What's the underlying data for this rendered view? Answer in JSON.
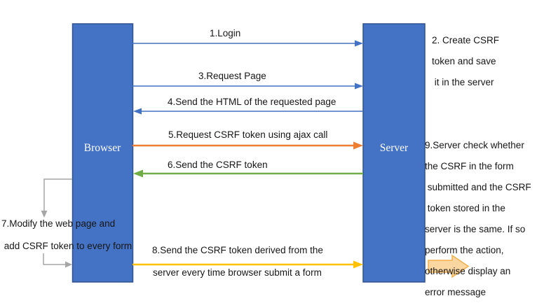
{
  "actors": {
    "browser": {
      "label": "Browser"
    },
    "server": {
      "label": "Server"
    }
  },
  "messages": {
    "m1": {
      "label": "1.Login"
    },
    "m3": {
      "label": "3.Request Page"
    },
    "m4": {
      "label": "4.Send the HTML of the requested page"
    },
    "m5": {
      "label": "5.Request CSRF token using ajax call"
    },
    "m6": {
      "label": "6.Send the CSRF token"
    },
    "m8_line1": {
      "label": "8.Send the CSRF token derived from the"
    },
    "m8_line2": {
      "label": "server every time browser submit a form"
    }
  },
  "notes": {
    "note2": {
      "line1": "2. Create CSRF",
      "line2": "token and save",
      "line3": " it in the server"
    },
    "note7": {
      "line1": "7.Modify the web page and",
      "line2": " add CSRF token to every form"
    },
    "note9": {
      "line1": "9.Server check whether",
      "line2": "the CSRF in the form",
      "line3": " submitted and the CSRF",
      "line4": " token stored in the",
      "line5": "server is the same. If so",
      "line6": "perform the action,",
      "line7": "otherwise display an",
      "line8": "error message"
    }
  },
  "colors": {
    "blue": "#4472C4",
    "orange": "#ED7D31",
    "green": "#70AD47",
    "gold": "#FFC000",
    "gray": "#A6A6A6",
    "actor_fill": "#4472C4",
    "actor_border": "#2F528F",
    "block_arrow_fill": "#FAD7A1",
    "block_arrow_border": "#F2B04C"
  }
}
